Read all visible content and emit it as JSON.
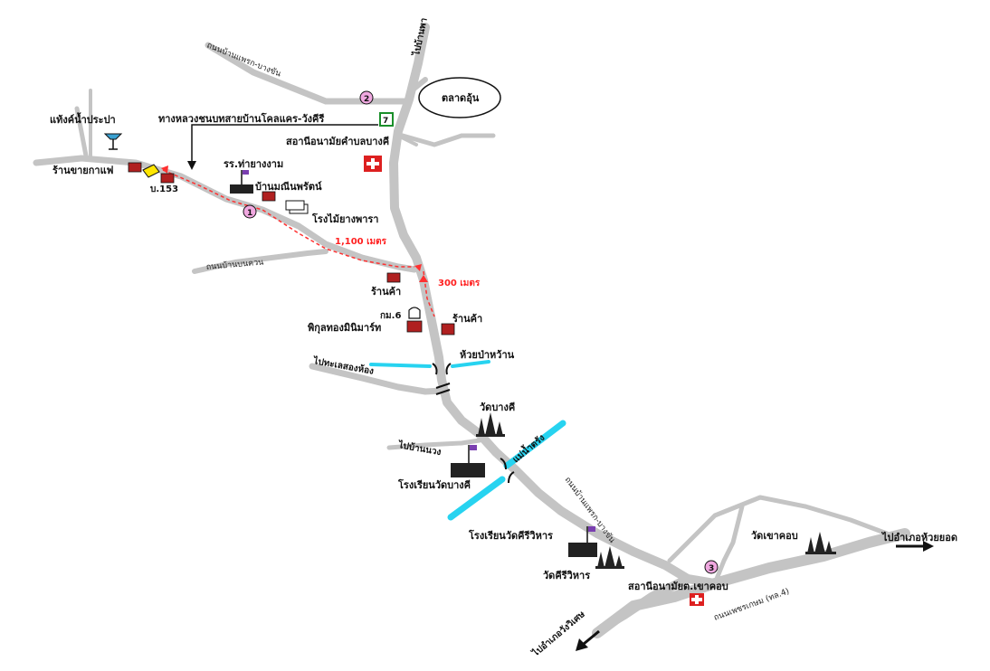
{
  "colors": {
    "road": "#c4c4c4",
    "river": "#27d3f0",
    "route": "#ff3030",
    "shop": "#b02020",
    "hospital": "#dd2020",
    "circle_fill": "#f0a8e0",
    "black": "#111111"
  },
  "labels": {
    "water_tower": "แท้งค์น้ำประปา",
    "coffee_shop": "ร้านขายกาแฟ",
    "moo_153": "บ.153",
    "village_road_junction": "ทางหลวงชนบทสายบ้านโคลแคร-วังคีรี",
    "tha_yang_school": "รร.ท่ายางงาม",
    "house": "บ้านมณีนพรัตน์",
    "rubber_factory": "โรงไม้ยางพารา",
    "health_center_bangkhi": "สอานีอนามัยคำบลบางคี",
    "market": "ตลาดอุ้น",
    "shop_1": "ร้านค้า",
    "shop_2": "ร้านค้า",
    "km6": "กม.6",
    "minimart": "พิกุลทองมินิมาร์ท",
    "stream": "ห้วยป่าหว้าน",
    "temple_bangkhi": "วัดบางคี",
    "school_bangkhi": "โรงเรียนวัดบางคี",
    "school_khiriwihan": "โรงเรียนวัดคีรีวิหาร",
    "temple_khiriwihan": "วัดคีรีวิหาร",
    "temple_khaokhob": "วัดเขาคอบ",
    "health_center_khaokhob": "สอานีอนามัยต.เขาคอบ",
    "to_huai_yot": "ไปอำเภอห้วยยอด",
    "to_wang_wiset": "ไปอำเภอวังวิเศษ",
    "to_ban_pha": "ไปบ้านพา",
    "to_thale_song_hong": "ไปทะเลสองห้อง",
    "to_ban_nuang": "ไปบ้านนวง",
    "river_label": "แม่น้ำตรัง"
  },
  "road_names": {
    "top": "ถนนบ้านแพรก-บางขัน",
    "middle_left": "ถนนบ้านบนควน",
    "lower": "ถนนบ้านแพรก-บางขัน",
    "highway": "ถนนเพชรเกษม (ทล.4)"
  },
  "distances": {
    "d1": "1,100 เมตร",
    "d2": "300 เมตร"
  },
  "markers": {
    "m1": "1",
    "m2": "2",
    "m3": "3"
  },
  "shop_7_eleven": "7"
}
